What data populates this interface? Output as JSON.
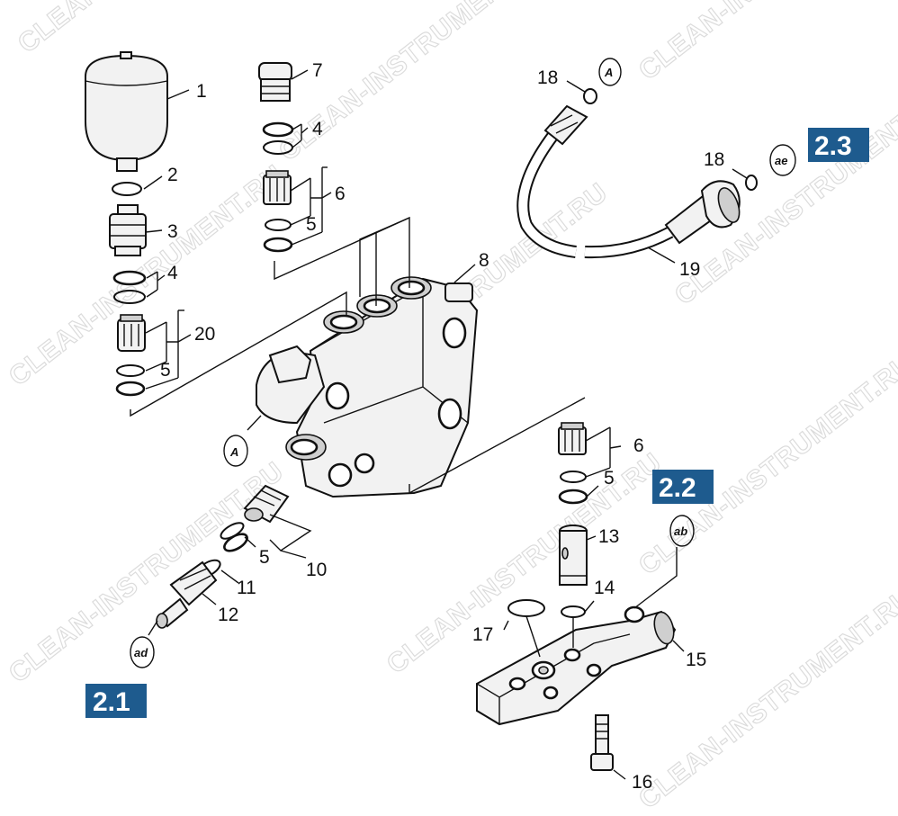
{
  "watermark": "CLEAN-INSTRUMENT.RU",
  "brand_color": "#1e5b8e",
  "part_numbers": {
    "p1": "1",
    "p2": "2",
    "p3": "3",
    "p4a": "4",
    "p20": "20",
    "p5a": "5",
    "p7": "7",
    "p4b": "4",
    "p6a": "6",
    "p5b": "5",
    "p8": "8",
    "p18a": "18",
    "p18b": "18",
    "p19": "19",
    "p6b": "6",
    "p5c": "5",
    "p13": "13",
    "p14": "14",
    "p17": "17",
    "p15": "15",
    "p16": "16",
    "p5d": "5",
    "p10": "10",
    "p11": "11",
    "p12": "12"
  },
  "callouts": {
    "a1": "A",
    "a2": "A",
    "ae": "ae",
    "ab": "ab",
    "ad": "ad"
  },
  "badges": {
    "b21": "2.1",
    "b22": "2.2",
    "b23": "2.3"
  }
}
